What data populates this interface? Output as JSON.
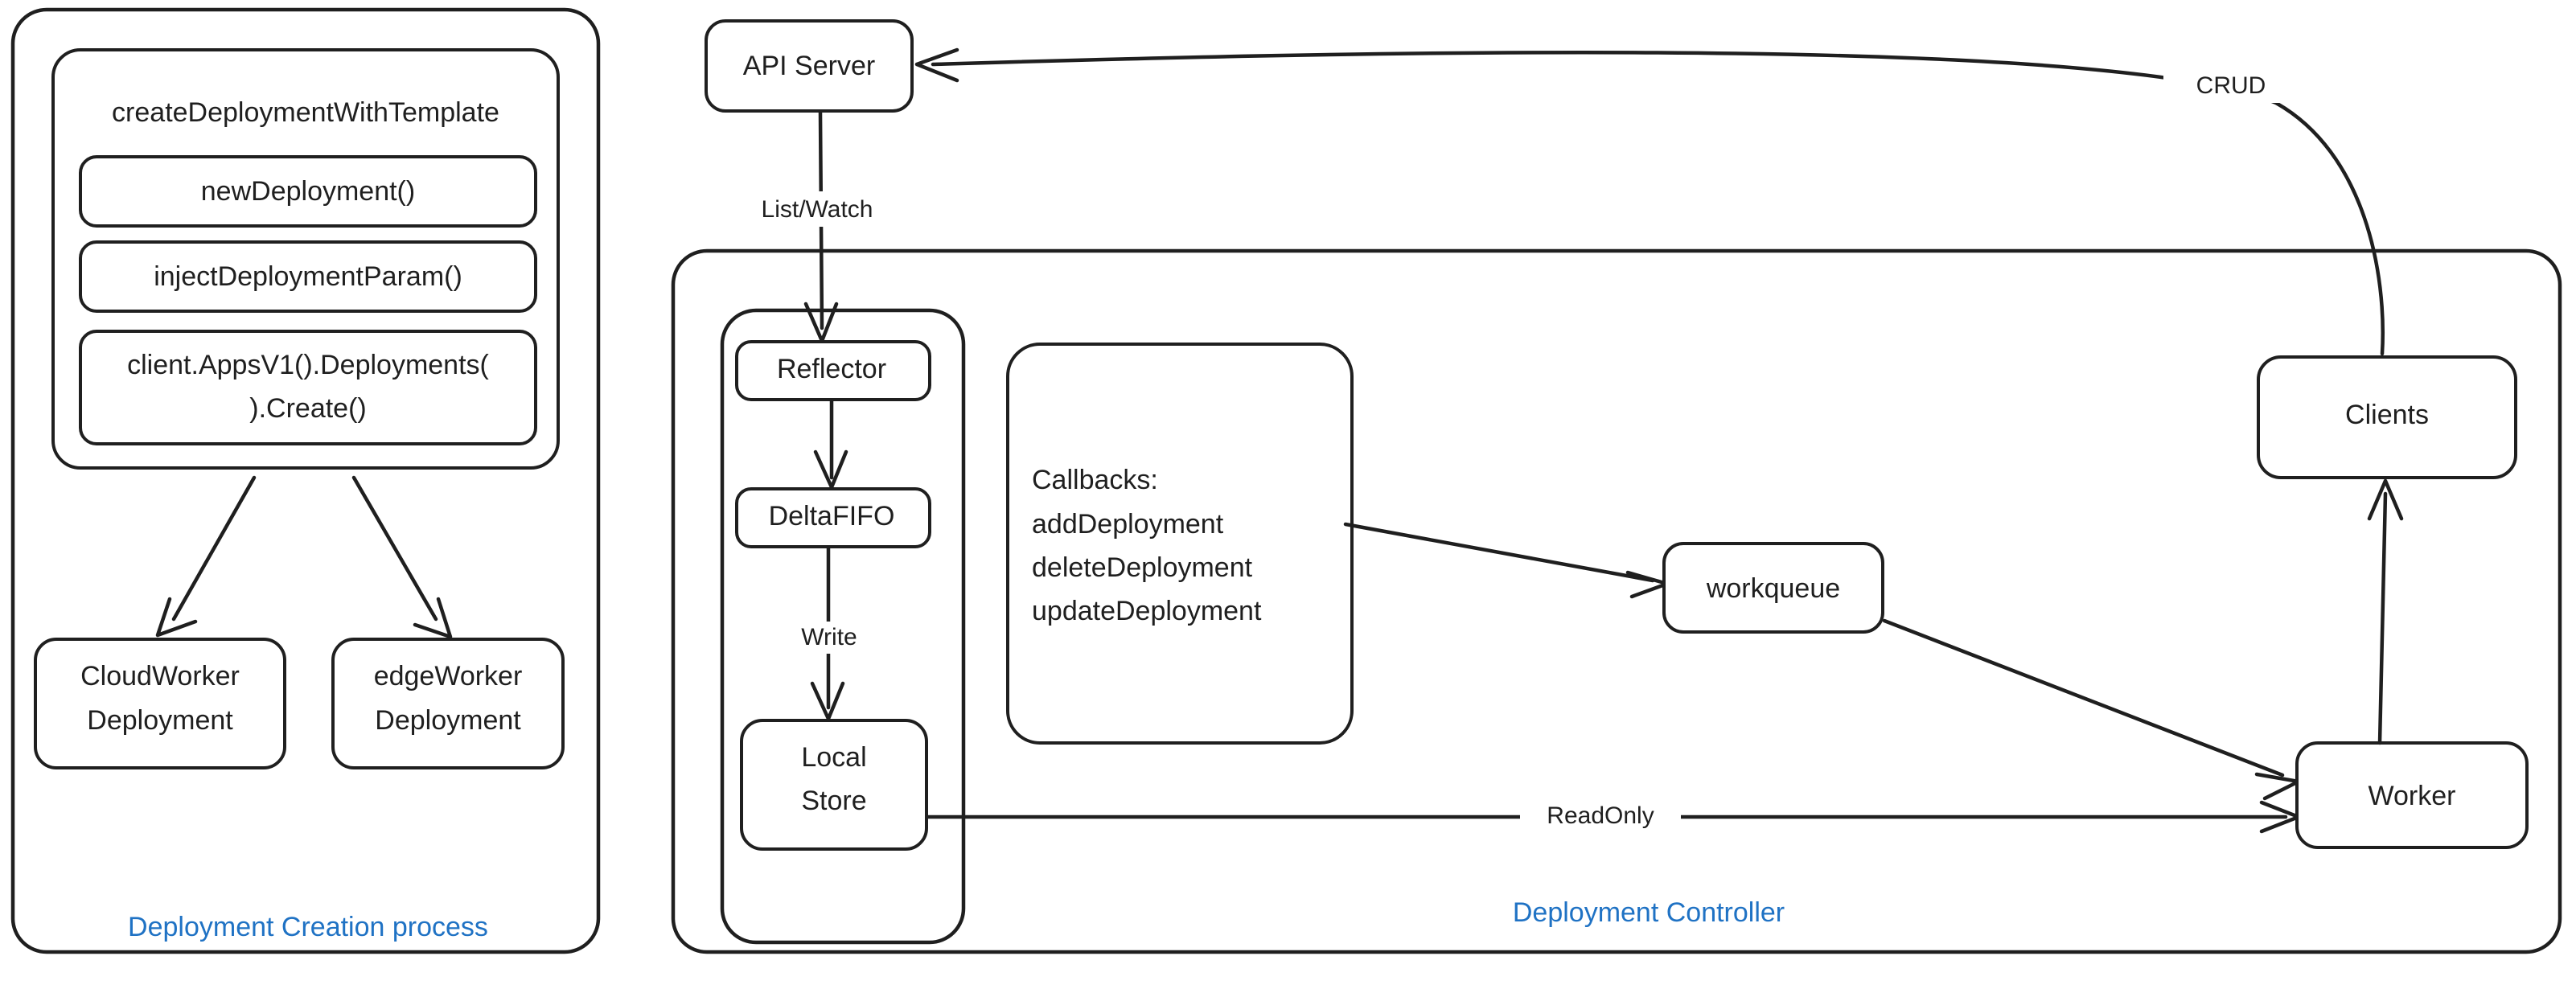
{
  "diagram": {
    "type": "flowchart",
    "title_visible": false,
    "colors": {
      "stroke": "#1f1f1f",
      "node_fill": "#ffffff",
      "background": "#ffffff",
      "cluster_label": "#1f72c4"
    },
    "clusters": [
      {
        "id": "creation",
        "label": "Deployment Creation process"
      },
      {
        "id": "controller",
        "label": "Deployment Controller"
      },
      {
        "id": "informer",
        "label": ""
      }
    ],
    "nodes": {
      "create_with_template": "createDeploymentWithTemplate",
      "new_deployment": "newDeployment()",
      "inject_param": "injectDeploymentParam()",
      "client_create_line1": "client.AppsV1().Deployments(",
      "client_create_line2": ").Create()",
      "cloud_worker_line1": "CloudWorker",
      "cloud_worker_line2": "Deployment",
      "edge_worker_line1": "edgeWorker",
      "edge_worker_line2": "Deployment",
      "api_server": "API Server",
      "reflector": "Reflector",
      "delta_fifo": "DeltaFIFO",
      "local_store_line1": "Local",
      "local_store_line2": "Store",
      "callbacks_line1": "Callbacks:",
      "callbacks_line2": "addDeployment",
      "callbacks_line3": "deleteDeployment",
      "callbacks_line4": "updateDeployment",
      "workqueue": "workqueue",
      "clients": "Clients",
      "worker": "Worker"
    },
    "edge_labels": {
      "list_watch": "List/Watch",
      "write": "Write",
      "read_only": "ReadOnly",
      "crud": "CRUD"
    },
    "edges": [
      {
        "from": "create_with_template",
        "to": "cloud_worker",
        "label": ""
      },
      {
        "from": "create_with_template",
        "to": "edge_worker",
        "label": ""
      },
      {
        "from": "api_server",
        "to": "reflector",
        "label": "List/Watch"
      },
      {
        "from": "reflector",
        "to": "delta_fifo",
        "label": ""
      },
      {
        "from": "delta_fifo",
        "to": "local_store",
        "label": "Write"
      },
      {
        "from": "callbacks",
        "to": "workqueue",
        "label": ""
      },
      {
        "from": "workqueue",
        "to": "worker",
        "label": ""
      },
      {
        "from": "local_store",
        "to": "worker",
        "label": "ReadOnly"
      },
      {
        "from": "worker",
        "to": "clients",
        "label": ""
      },
      {
        "from": "clients",
        "to": "api_server",
        "label": "CRUD"
      }
    ]
  }
}
